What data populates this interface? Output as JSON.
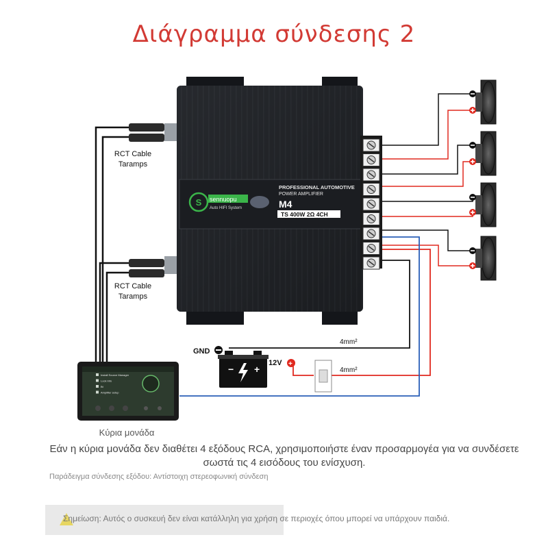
{
  "title": "Διάγραμμα σύνδεσης 2",
  "amplifier": {
    "brand": "sennuopu",
    "subtitle": "Auto HIFI System",
    "line1": "PROFESSIONAL AUTOMOTIVE",
    "line2": "POWER AMPLIFIER",
    "model": "M4",
    "spec": "TS 400W 2Ω 4CH"
  },
  "rca_top": {
    "line1": "RCT Cable",
    "line2": "Taramps"
  },
  "rca_bottom": {
    "line1": "RCT Cable",
    "line2": "Taramps"
  },
  "gnd_label": "GND",
  "battery_label": "12V",
  "wire_gauge_gnd": "4mm²",
  "wire_gauge_power": "4mm²",
  "head_unit_label": "Κύρια μονάδα",
  "head_unit_menu": [
    "Install Source Manager",
    "Lock Info",
    "Bt",
    "Amplifier setup"
  ],
  "instruction": "Εάν η κύρια μονάδα δεν διαθέτει 4 εξόδους RCA, χρησιμοποιήστε έναν προσαρμογέα για να συνδέσετε σωστά τις 4 εισόδους του ενίσχυση.",
  "example_note": "Παράδειγμα σύνδεσης εξόδου: Αντίστοιχη στερεοφωνική σύνδεση",
  "warning": "Σημείωση: Αυτός ο συσκευή δεν είναι κατάλληλη για χρήση σε περιοχές όπου μπορεί να υπάρχουν παιδιά.",
  "colors": {
    "title": "#d23a34",
    "positive": "#e0281e",
    "negative": "#111111",
    "signal": "#2a5fb8",
    "amp_body": "#1e2024"
  },
  "icons": [
    "battery-icon",
    "fuse-icon",
    "speaker-icon",
    "warning-icon",
    "rca-plug-icon"
  ]
}
